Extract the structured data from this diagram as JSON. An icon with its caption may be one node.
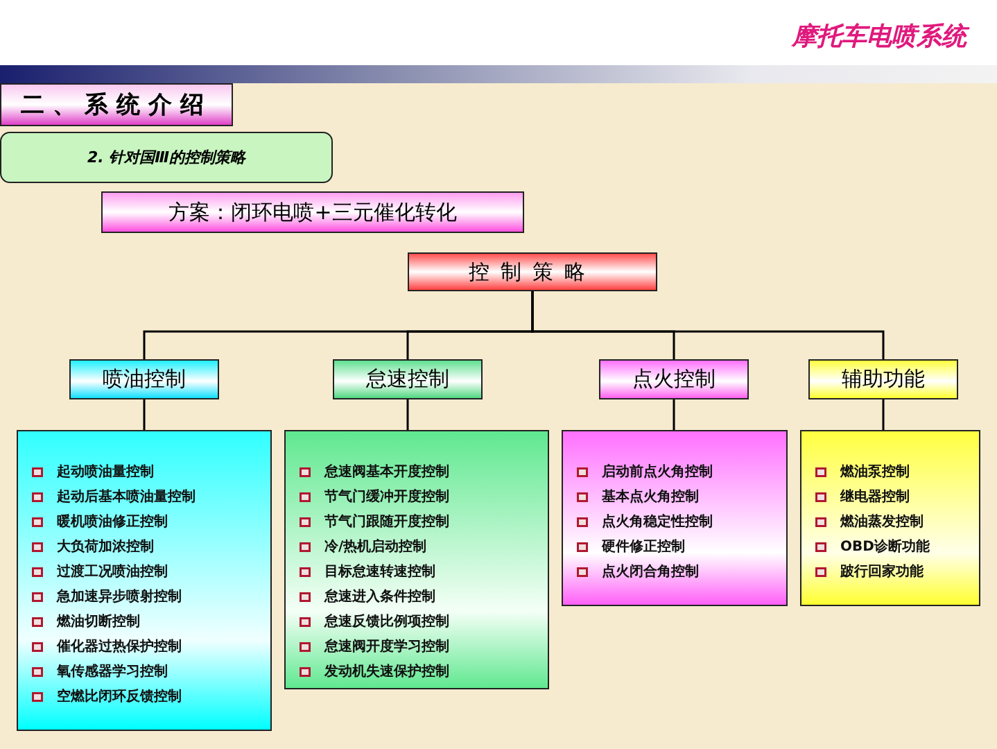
{
  "diagram": {
    "title": "摩托车电喷系统",
    "nodes": [
      {
        "text": [
          "二、系统介绍"
        ]
      },
      {
        "text": [
          "2. 针对国Ⅲ的控制策略"
        ]
      },
      {
        "text": [
          "方案：闭环电喷+三元催化转化"
        ]
      },
      {
        "text": [
          "控制策略"
        ]
      },
      {
        "text": [
          "喷油控制"
        ]
      },
      {
        "text": [
          "怠速控制"
        ]
      },
      {
        "text": [
          "点火控制"
        ]
      },
      {
        "text": [
          "辅助功能"
        ]
      },
      {
        "text": [
          "起动喷油量控制",
          "起动后基本喷油量控制",
          "暖机喷油修正控制",
          "大负荷加浓控制",
          "过渡工况喷油控制",
          "急加速异步喷射控制",
          "燃油切断控制",
          "催化器过热保护控制",
          "氧传感器学习控制",
          "空燃比闭环反馈控制"
        ]
      },
      {
        "text": [
          "怠速阀基本开度控制",
          "节气门缓冲开度控制",
          "节气门跟随开度控制",
          "冷/热机启动控制",
          "目标怠速转速控制",
          "怠速进入条件控制",
          "怠速反馈比例项控制",
          "怠速阀开度学习控制",
          "发动机失速保护控制"
        ]
      },
      {
        "text": [
          "启动前点火角控制",
          "基本点火角控制",
          "点火角稳定性控制",
          "硬件修正控制",
          "点火闭合角控制"
        ]
      },
      {
        "text": [
          "燃油泵控制",
          "继电器控制",
          "燃油蒸发控制",
          "OBD诊断功能",
          "跛行回家功能"
        ]
      }
    ],
    "edges": [
      {
        "from": 3,
        "to": 4,
        "arrow": "none"
      },
      {
        "from": 3,
        "to": 5,
        "arrow": "none"
      },
      {
        "from": 3,
        "to": 6,
        "arrow": "none"
      },
      {
        "from": 3,
        "to": 7,
        "arrow": "none"
      },
      {
        "from": 4,
        "to": 8,
        "arrow": "none"
      },
      {
        "from": 5,
        "to": 9,
        "arrow": "none"
      },
      {
        "from": 6,
        "to": 10,
        "arrow": "none"
      },
      {
        "from": 7,
        "to": 11,
        "arrow": "none"
      }
    ]
  }
}
